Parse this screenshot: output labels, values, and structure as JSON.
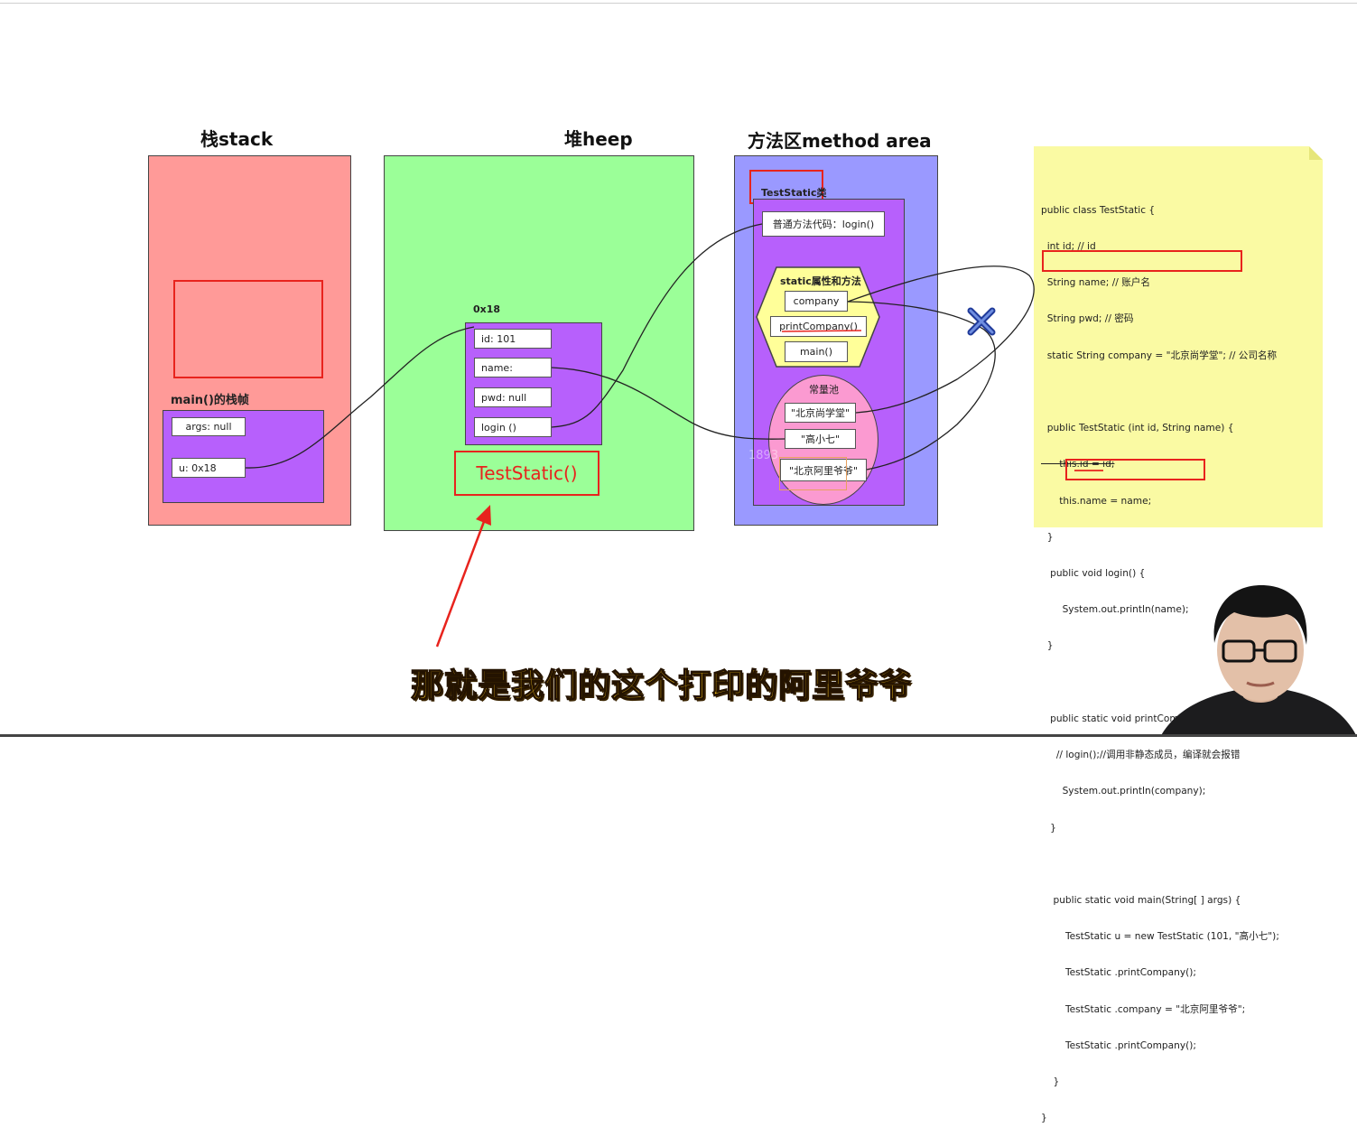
{
  "stack": {
    "title": "栈stack",
    "frame_label": "main()的栈帧",
    "args": "args: null",
    "u": "u:    0x18"
  },
  "heap": {
    "title": "堆heep",
    "address": "0x18",
    "fields": [
      "id:    101",
      "name:",
      "pwd:   null",
      "login  ()"
    ],
    "constructor_label": "TestStatic()"
  },
  "method_area": {
    "title": "方法区method area",
    "class_name": "TestStatic类",
    "normal_method": "普通方法代码：login()",
    "static_title": "static属性和方法",
    "static_members": [
      "company",
      "printCompany()",
      "main()"
    ],
    "pool_title": "常量池",
    "pool_items": [
      "\"北京尚学堂\"",
      "\"高小七\"",
      "\"北京阿里爷爷\""
    ],
    "watermark": "1893"
  },
  "code": {
    "lines": [
      "public class TestStatic {",
      "  int id; // id",
      "  String name; // 账户名",
      "  String pwd; // 密码",
      "  static String company = \"北京尚学堂\"; // 公司名称",
      "",
      "  public TestStatic (int id, String name) {",
      "      this.id = id;",
      "      this.name = name;",
      "  }",
      "   public void login() {",
      "       System.out.println(name);",
      "  }",
      "",
      "   public static void printCompany() {",
      "     // login();//调用非静态成员，编译就会报错",
      "       System.out.println(company);",
      "   }",
      "",
      "    public static void main(String[ ] args) {",
      "        TestStatic u = new TestStatic (101, \"高小七\");",
      "        TestStatic .printCompany();",
      "        TestStatic .company = \"北京阿里爷爷\";",
      "        TestStatic .printCompany();",
      "    }",
      "}"
    ]
  },
  "subtitle": "那就是我们的这个打印的阿里爷爷",
  "colors": {
    "stack_bg": "#ff9a98",
    "heap_bg": "#9bff98",
    "method_bg": "#9a99ff",
    "class_bg": "#b760fc",
    "static_bg": "#ffff99",
    "pool_bg": "#fb9ad1",
    "note_bg": "#fafaa3",
    "highlight": "#e8231d",
    "cross": "#2d4bb5"
  },
  "icons": [
    "close-cross-icon",
    "annotation-arrow-icon"
  ]
}
